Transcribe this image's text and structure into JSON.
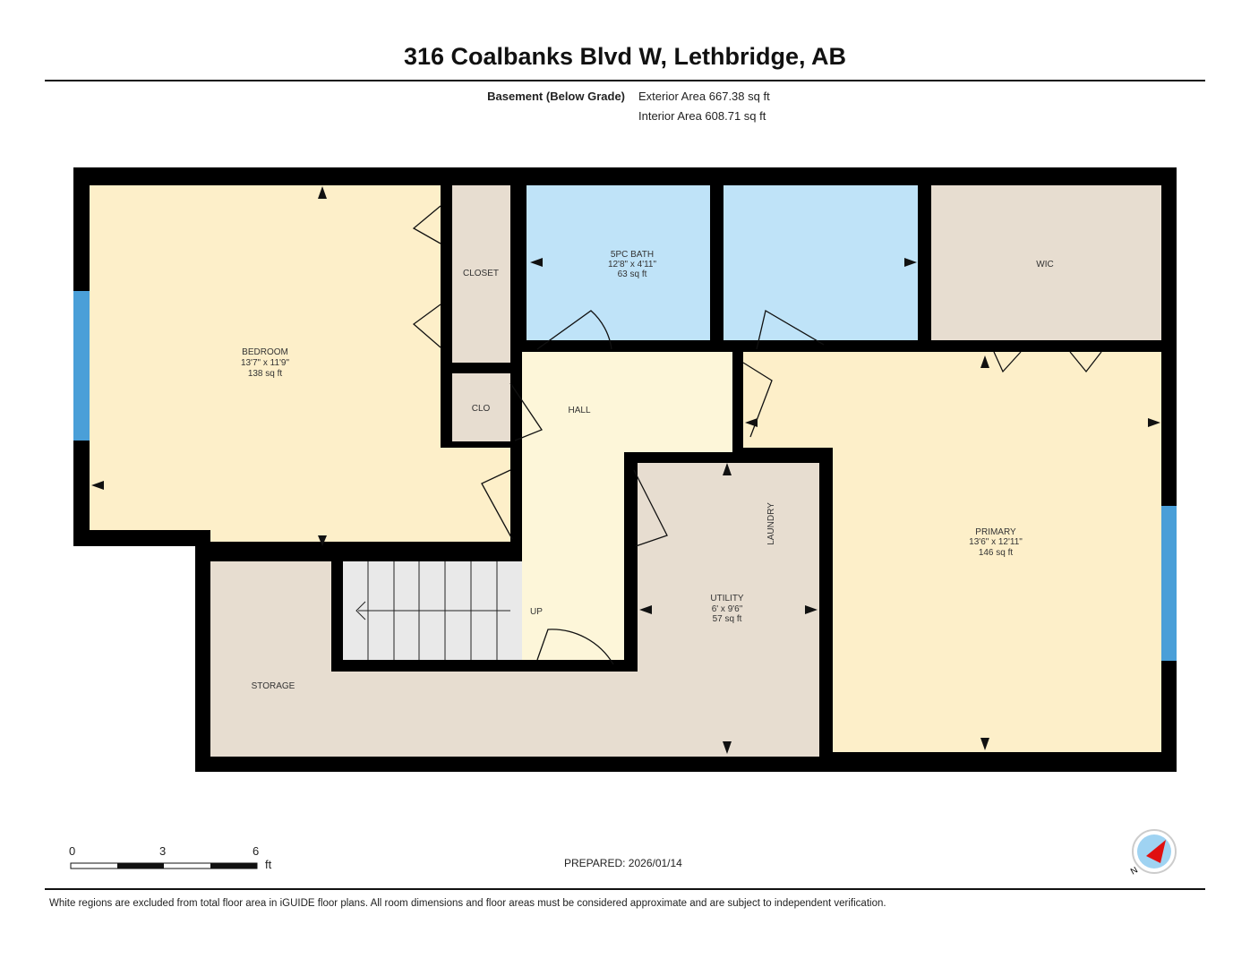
{
  "header": {
    "title": "316 Coalbanks Blvd W, Lethbridge, AB",
    "floor_name": "Basement (Below Grade)",
    "exterior_area": "Exterior Area 667.38 sq ft",
    "interior_area": "Interior Area 608.71 sq ft"
  },
  "rooms": {
    "bedroom": {
      "name": "BEDROOM",
      "dims": "13'7\" x 11'9\"",
      "area": "138 sq ft"
    },
    "closet": {
      "name": "CLOSET"
    },
    "clo": {
      "name": "CLO"
    },
    "bath": {
      "name": "5PC BATH",
      "dims": "12'8\" x 4'11\"",
      "area": "63 sq ft"
    },
    "wic": {
      "name": "WIC"
    },
    "hall": {
      "name": "HALL"
    },
    "primary": {
      "name": "PRIMARY",
      "dims": "13'6\" x 12'11\"",
      "area": "146 sq ft"
    },
    "laundry": {
      "name": "LAUNDRY"
    },
    "utility": {
      "name": "UTILITY",
      "dims": "6' x 9'6\"",
      "area": "57 sq ft"
    },
    "storage": {
      "name": "STORAGE"
    },
    "stairs": {
      "label": "UP"
    }
  },
  "colors": {
    "bedroom": "#fdefc9",
    "hall": "#fdf6d9",
    "utility": "#e7ddd0",
    "bath": "#bfe3f8",
    "wall": "#000000",
    "window": "#4a9fd8"
  },
  "scale": {
    "ticks": [
      "0",
      "3",
      "6"
    ],
    "unit": "ft"
  },
  "prepared": "PREPARED: 2026/01/14",
  "compass": {
    "label": "N"
  },
  "footer": {
    "disclaimer": "White regions are excluded from total floor area in iGUIDE floor plans. All room dimensions and floor areas must be considered approximate and are subject to independent verification."
  }
}
